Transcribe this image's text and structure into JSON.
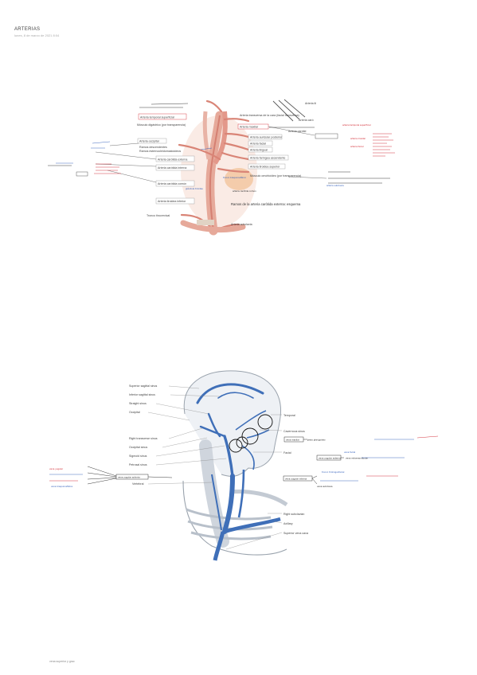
{
  "page": {
    "title": "ARTERIAS",
    "date": "lunes, 8 de marzo de 2021   8:04",
    "footer": "vena superior y grac"
  },
  "arteries_figure": {
    "labels_left": [
      "Arteria temporal superficial",
      "Músculo digástrico (por transparencia)",
      "Arteria occipital",
      "Ramos descendentes",
      "Ramos esternocleidomastoideos",
      "Arteria carótida externa",
      "Arteria carótida interna",
      "Arteria carótida común",
      "Arteria tiroidea inferior",
      "Tronco tirocervical"
    ],
    "labels_right": [
      "Arteria transversa de la cara (facial transversa)",
      "Arteria maxilar",
      "Arteria auricular posterior",
      "Arteria facial",
      "Arteria lingual",
      "Arteria faríngea ascendente",
      "Arteria tiroidea superior",
      "Músculo omohioideo (por transparencia)",
      "Arteria subclavia"
    ],
    "labels_top": [
      "Arteria ilí",
      "Arteria caró",
      "Arteria carótid"
    ],
    "caption": "Ramos de la arteria carótida externa: esquema",
    "handwritten_black": [
      "arteria carótida común"
    ],
    "handwritten_red": [
      "arteria temporal superficial",
      "arteria maxilar",
      "arteria facial"
    ],
    "handwritten_blue": [
      "glándula tiroides",
      "tronco braquiocefálico",
      "arteria subclavia"
    ]
  },
  "veins_figure": {
    "labels_left": [
      "Superior sagittal sinus",
      "Inferior sagittal sinus",
      "Straight sinus",
      "Occipital",
      "Right transverse sinus",
      "Occipital sinus",
      "Sigmoid sinus",
      "Petrosal sinus",
      "Vertebral"
    ],
    "labels_right": [
      "Temporal",
      "Cavernous sinus",
      "Facial",
      "Right subclavian",
      "Axillary",
      "Superior vena cava"
    ],
    "boxed_notes": [
      "vena maxilar",
      "vena yugular externa",
      "vena yugular interna",
      "vena yugular anterior"
    ],
    "handwritten_black": [
      "plexo pterigoideo",
      "vena retromandibular",
      "vena subclavia"
    ],
    "handwritten_blue": [
      "vena facial",
      "tronco tirolinguofacial",
      "vena braquiocefálica"
    ],
    "handwritten_red": [
      "vena yugular"
    ]
  },
  "colors": {
    "artery": "#e6a99a",
    "artery_dark": "#c4574a",
    "vein": "#3f6fb8",
    "bone": "#cfd5dd",
    "annot_red": "#d0202a",
    "annot_blue": "#2a59b8"
  }
}
